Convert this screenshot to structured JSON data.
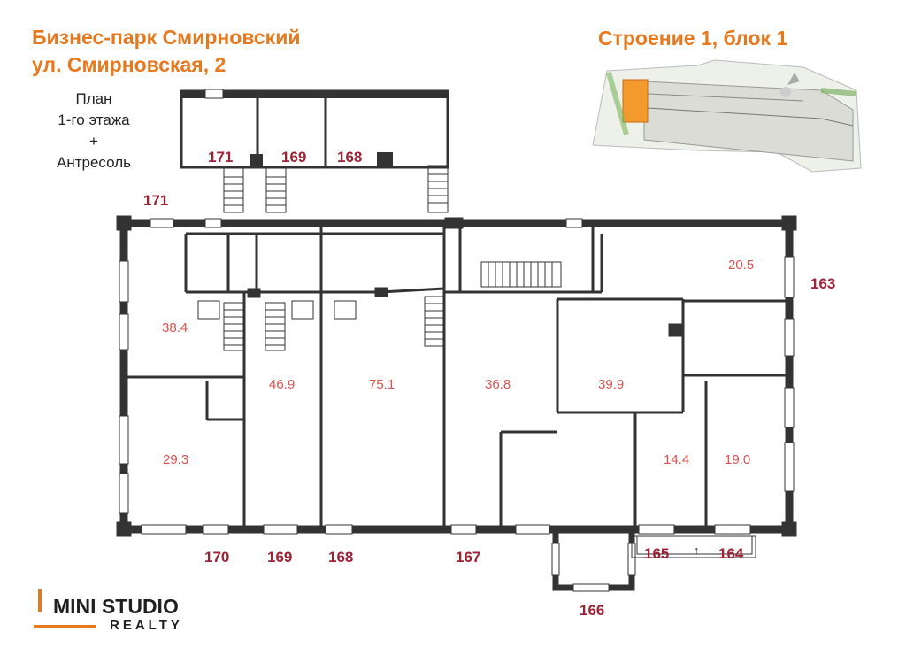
{
  "header": {
    "title_line1": "Бизнес-парк Смирновский",
    "title_line2": "ул. Смирновская, 2",
    "building": "Строение 1, блок 1"
  },
  "plan_label": {
    "line1": "План",
    "line2": "1-го этажа",
    "line3": "+",
    "line4": "Антресоль"
  },
  "mezzanine": {
    "rooms": [
      "171",
      "169",
      "168"
    ]
  },
  "room_numbers": {
    "r171_top": "171",
    "r163": "163",
    "r170": "170",
    "r169": "169",
    "r168": "168",
    "r167": "167",
    "r166": "166",
    "r165": "165",
    "r164": "164"
  },
  "areas": {
    "a38_4": "38.4",
    "a29_3": "29.3",
    "a46_9": "46.9",
    "a75_1": "75.1",
    "a36_8": "36.8",
    "a39_9": "39.9",
    "a20_5": "20.5",
    "a14_4": "14.4",
    "a19_0": "19.0"
  },
  "logo": {
    "line1": "MINI STUDIO",
    "line2": "REALTY"
  },
  "colors": {
    "accent": "#e8781e",
    "room_number": "#9b2335",
    "area": "#d9534f",
    "wall": "#333333"
  }
}
